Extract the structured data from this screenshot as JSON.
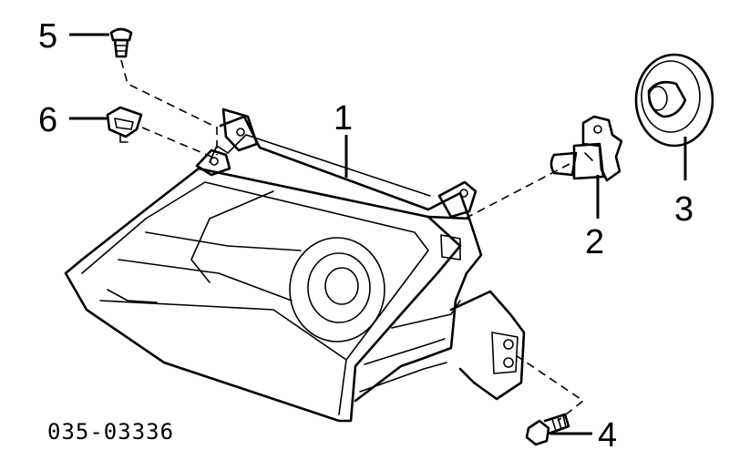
{
  "diagram": {
    "callouts": {
      "headlamp": "1",
      "bulb": "2",
      "cap": "3",
      "bolt": "4",
      "screw": "5",
      "clip": "6"
    },
    "part_code": "035-03336"
  }
}
